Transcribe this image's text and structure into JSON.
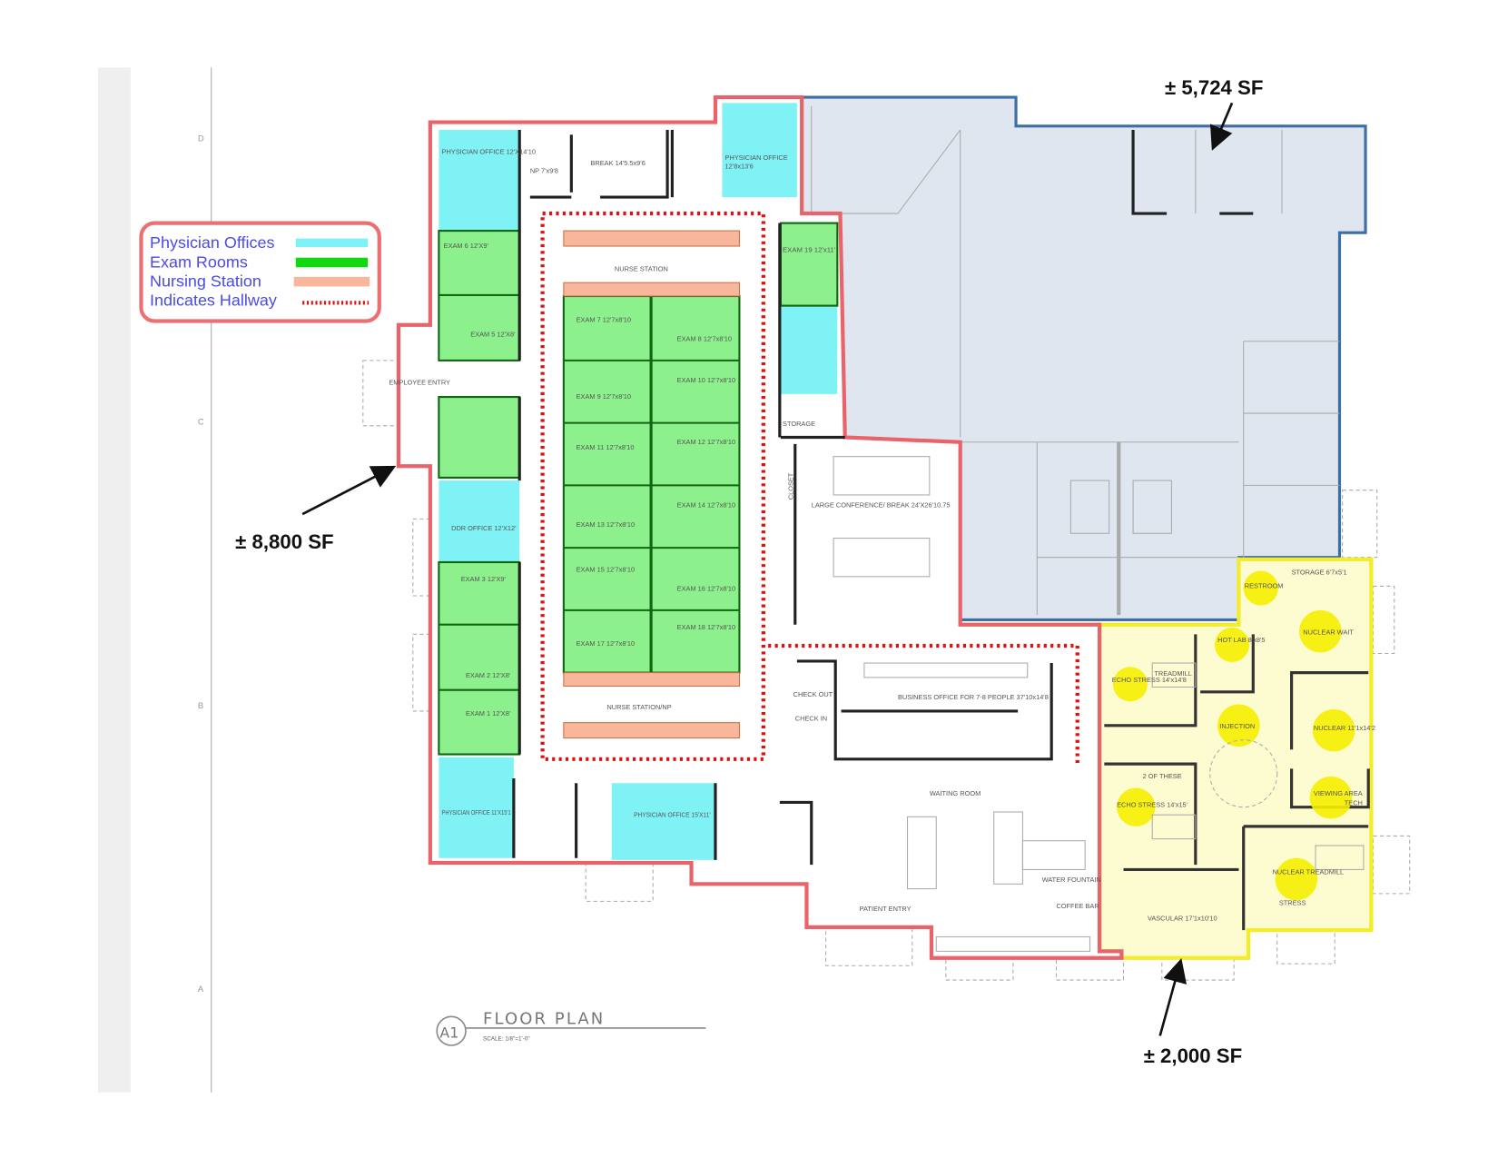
{
  "legend": {
    "items": [
      {
        "label": "Physician Offices",
        "color": "#7ff2f6",
        "style": "solid"
      },
      {
        "label": "Exam Rooms",
        "color": "#12d812",
        "style": "solid"
      },
      {
        "label": "Nursing Station",
        "color": "#f8b79c",
        "style": "solid"
      },
      {
        "label": "Indicates Hallway",
        "color": "#e01010",
        "style": "dotted"
      }
    ],
    "border_color": "#ec6f74"
  },
  "areas": {
    "main": "± 8,800 SF",
    "shell": "± 5,724 SF",
    "cardio": "± 2,000 SF"
  },
  "colors": {
    "main_outline": "#e8646a",
    "shell_outline": "#3d6ea6",
    "shell_fill": "#dfe6ef",
    "cardio_outline": "#f2ec2a",
    "cardio_fill": "#fdfbd0",
    "highlight_circle": "#f7ef00"
  },
  "grid_markers": [
    "D",
    "C",
    "B",
    "A"
  ],
  "title_block": {
    "tag": "A1",
    "title": "FLOOR PLAN",
    "scale": "SCALE: 1/8\"=1'-0\""
  },
  "rooms": {
    "phys_office_1": "PHYSICIAN OFFICE 12'X14'10",
    "np": "NP 7'x9'8",
    "break": "BREAK 14'5.5x9'6",
    "phys_office_2": "PHYSICIAN OFFICE 12'8x13'6",
    "nurse_station": "NURSE STATION",
    "nurse_station_np": "NURSE STATION/NP",
    "exam_6": "EXAM 6 12'X9'",
    "exam_5": "EXAM 5 12'X8'",
    "exam_7": "EXAM 7 12'7x8'10",
    "exam_8": "EXAM 8 12'7x8'10",
    "exam_9": "EXAM 9 12'7x8'10",
    "exam_10": "EXAM 10 12'7x8'10",
    "exam_11": "EXAM 11 12'7x8'10",
    "exam_12": "EXAM 12 12'7x8'10",
    "exam_13": "EXAM 13 12'7x8'10",
    "exam_14": "EXAM 14 12'7x8'10",
    "exam_15": "EXAM 15 12'7x8'10",
    "exam_16": "EXAM 16 12'7x8'10",
    "exam_17": "EXAM 17 12'7x8'10",
    "exam_18": "EXAM 18 12'7x8'10",
    "exam_19": "EXAM 19 12'x11'",
    "exam_3": "EXAM 3 12'X9'",
    "exam_2": "EXAM 2 12'X8'",
    "exam_1": "EXAM 1 12'X8'",
    "ddr_office": "DDR OFFICE 12'X12'",
    "phys_office_3": "PHYSICIAN OFFICE 11'X15'1",
    "phys_office_4": "PHYSICIAN OFFICE 15'X11'",
    "employee_entry": "EMPLOYEE ENTRY",
    "storage": "STORAGE",
    "closet": "CLOSET",
    "conference": "LARGE CONFERENCE/ BREAK 24'X26'10.75",
    "business_office": "BUSINESS OFFICE FOR 7-8 PEOPLE 37'10x14'8",
    "check_out": "CHECK OUT",
    "check_in": "CHECK IN",
    "waiting_room": "WAITING ROOM",
    "patient_entry": "PATIENT ENTRY",
    "water_fountain": "WATER FOUNTAIN",
    "coffee_bar": "COFFEE BAR",
    "restroom": "RESTROOM",
    "storage_2": "STORAGE 6'7x5'1",
    "hot_lab": "HOT LAB 8'x8'5",
    "nuclear_wait": "NUCLEAR WAIT",
    "echo_stress_1": "ECHO STRESS 14'x14'8",
    "treadmill": "TREADMILL",
    "injection": "INJECTION",
    "nuclear": "NUCLEAR 11'1x14'2",
    "two_of_these": "2 OF THESE",
    "viewing_area": "VIEWING AREA",
    "tech": "TECH",
    "echo_stress_2": "ECHO STRESS 14'x15'",
    "nuclear_treadmill": "NUCLEAR TREADMILL",
    "stress": "STRESS",
    "vascular": "VASCULAR 17'1x10'10"
  }
}
